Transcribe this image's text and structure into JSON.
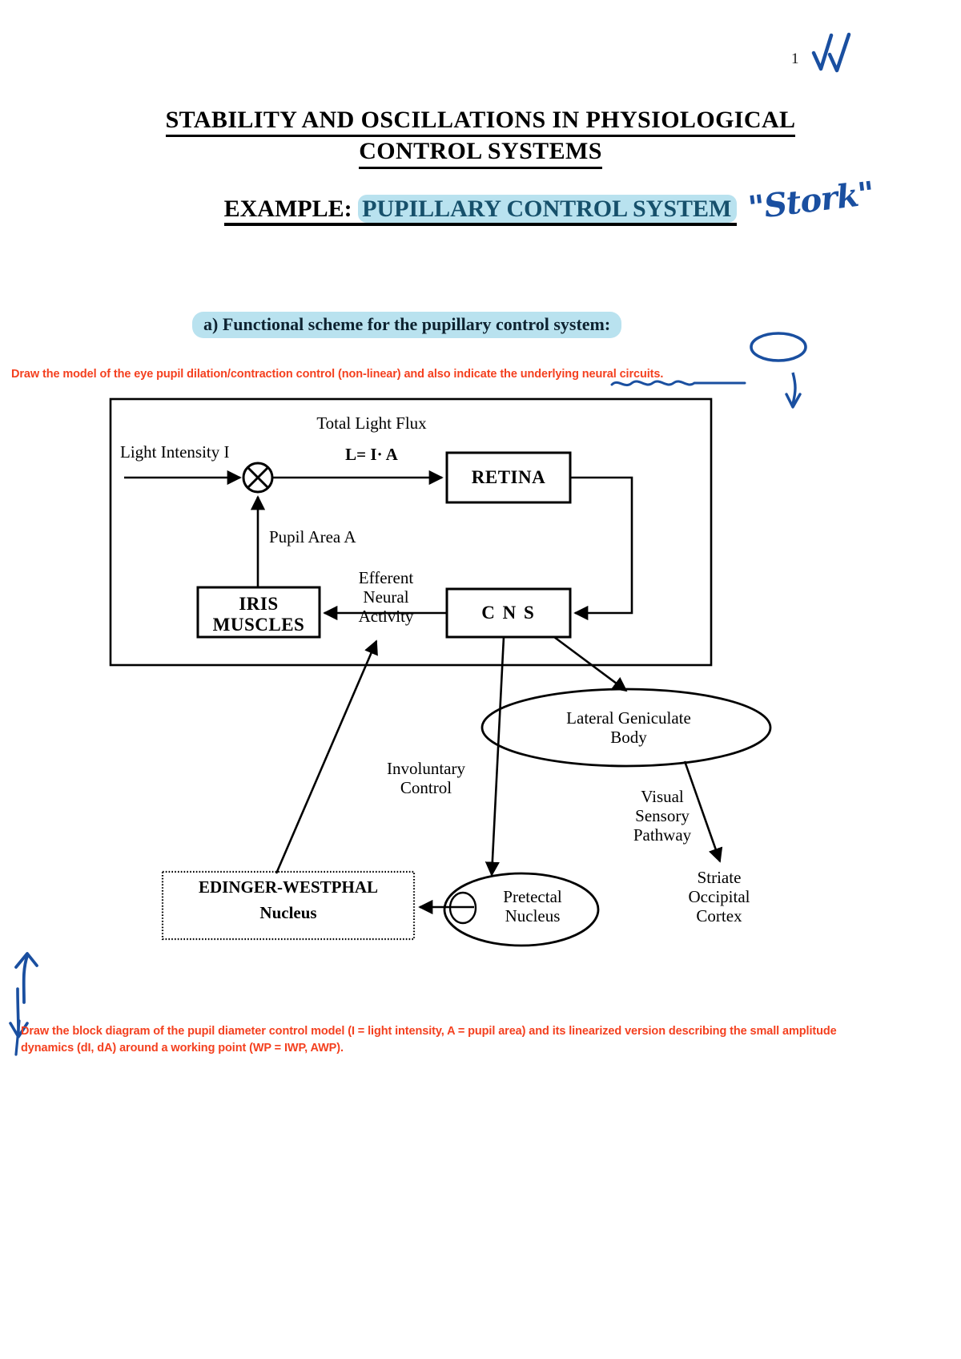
{
  "page": {
    "number": "1",
    "check_marks": "✓✓"
  },
  "title": {
    "line1": "STABILITY AND OSCILLATIONS IN PHYSIOLOGICAL",
    "line2": "CONTROL SYSTEMS",
    "example_prefix": "EXAMPLE:",
    "example_highlight": "PUPILLARY CONTROL SYSTEM"
  },
  "handwriting": {
    "stork": "\"Stork\""
  },
  "section": {
    "heading_a": "a) Functional scheme for the pupillary control system:"
  },
  "annotations": {
    "red_top": "Draw the model of the eye pupil dilation/contraction control (non-linear) and also indicate the underlying neural circuits.",
    "red_bottom": "Draw the block diagram of the pupil diameter control model (I = light intensity, A = pupil area) and its linearized version describing the small amplitude dynamics (dI, dA) around a working point (WP = IWP, AWP)."
  },
  "diagram": {
    "blocks": [
      {
        "id": "retina",
        "label": "RETINA"
      },
      {
        "id": "cns",
        "label": "C N S"
      },
      {
        "id": "iris",
        "label_line1": "IRIS",
        "label_line2": "MUSCLES"
      },
      {
        "id": "edinger",
        "label_line1": "EDINGER-WESTPHAL",
        "label_line2": "Nucleus"
      }
    ],
    "ellipses": [
      {
        "id": "lgb",
        "label_line1": "Lateral Geniculate",
        "label_line2": "Body"
      },
      {
        "id": "pretectal",
        "label_line1": "Pretectal",
        "label_line2": "Nucleus"
      }
    ],
    "signals": {
      "light_intensity": "Light Intensity I",
      "total_light_flux": "Total Light Flux",
      "flux_equation": "L= I· A",
      "pupil_area": "Pupil Area A",
      "efferent_line1": "Efferent",
      "efferent_line2": "Neural",
      "efferent_line3": "Activity",
      "involuntary_line1": "Involuntary",
      "involuntary_line2": "Control",
      "visual_line1": "Visual",
      "visual_line2": "Sensory",
      "visual_line3": "Pathway",
      "striate_line1": "Striate",
      "striate_line2": "Occipital",
      "striate_line3": "Cortex"
    }
  },
  "colors": {
    "highlight": "#b9e2ef",
    "highlight_text": "#16506b",
    "red_annotation": "#f4401f",
    "hand_blue": "#1a4fa0",
    "ink": "#000000"
  }
}
